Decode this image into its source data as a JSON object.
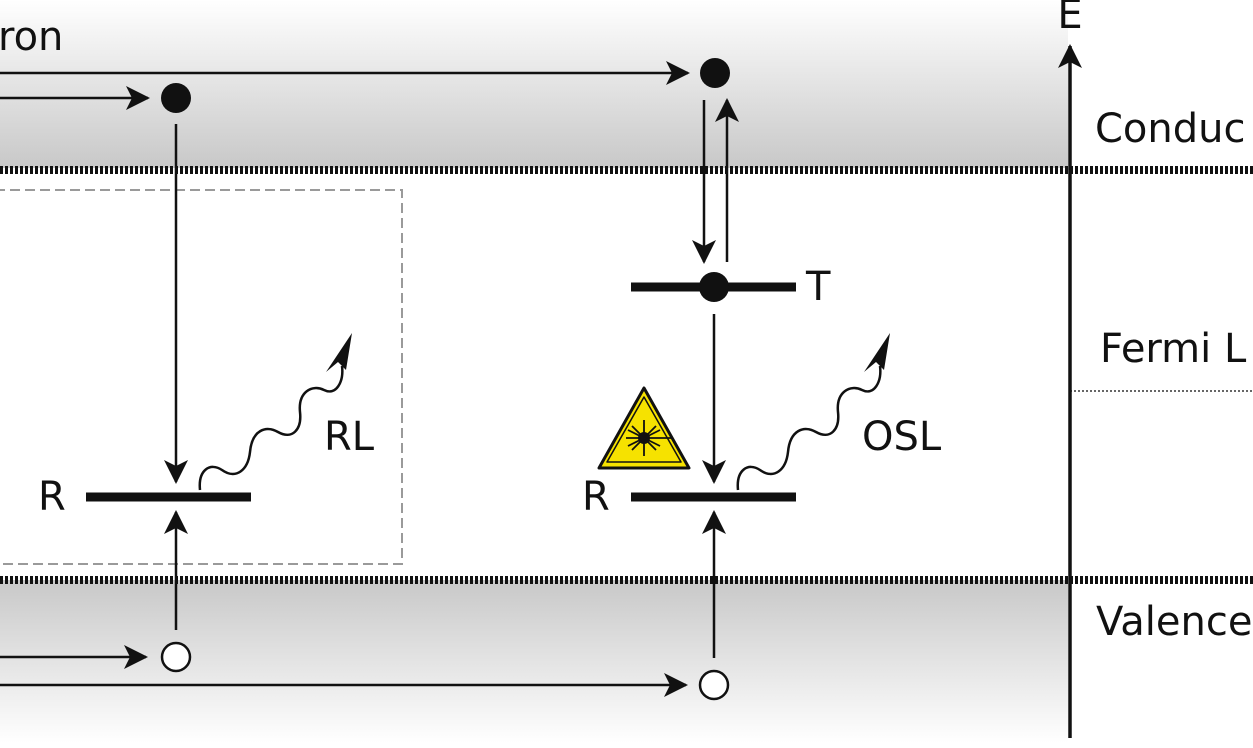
{
  "labels": {
    "electron_partial": "ron",
    "energy_axis": "E",
    "conduction_partial": "Conduc",
    "fermi_partial": "Fermi L",
    "valence_partial": "Valence",
    "rl": "RL",
    "osl": "OSL",
    "recomb_left": "R",
    "recomb_right": "R",
    "trap": "T"
  },
  "legend": {
    "laser_icon": "laser-warning-icon"
  },
  "colors": {
    "band_dark": "#c9c9c9",
    "band_light": "#ffffff",
    "line": "#111111",
    "dashed_box": "#9a9a9a",
    "laser_yellow": "#f6e200"
  }
}
